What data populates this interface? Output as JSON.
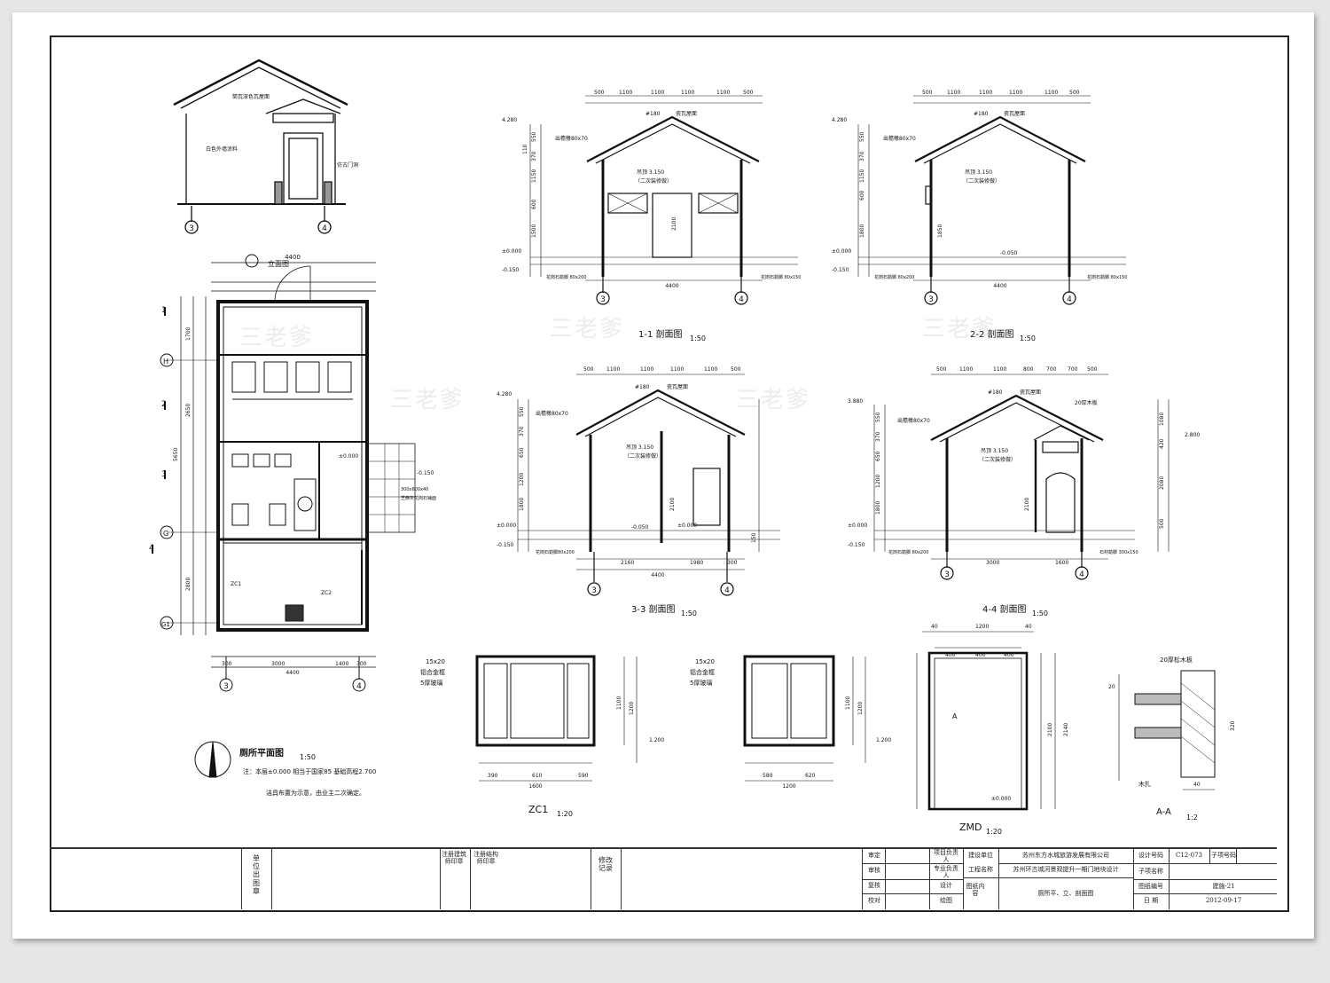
{
  "elevation": {
    "labels": [
      "筒瓦深色瓦屋面",
      "白色外墙涂料",
      "仿古门洞"
    ],
    "axes": [
      "3",
      "4"
    ]
  },
  "plan": {
    "title": "厕所平面图",
    "scale": "1:50",
    "note1": "注：本层±0.000    相当于国家85    基础高程2.700",
    "note2": "洁具布置为示意，由业主二次确定。",
    "subtitle": "立面图",
    "top_dim": "4400",
    "bottom_dims": [
      "300",
      "3000",
      "1400",
      "300"
    ],
    "bottom_total": "4400",
    "axes_h": [
      "3",
      "4"
    ],
    "axes_v": [
      "1",
      "H",
      "2",
      "3",
      "G",
      "4",
      "G1"
    ],
    "left_dims": [
      "1700",
      "2650",
      "5650",
      "2800"
    ],
    "notes_right": [
      "±0.000",
      "-0.150",
      "300x600x40",
      "芝麻灰花岗石铺面"
    ],
    "rooms": [
      "ZC1",
      "ZC2"
    ]
  },
  "section1": {
    "title": "1-1 剖面图",
    "scale": "1:50",
    "top_dims": [
      "500",
      "1100",
      "1100",
      "1100",
      "1100",
      "500"
    ],
    "levels": [
      "4.280",
      "±0.000",
      "-0.150"
    ],
    "heights": [
      "550",
      "370",
      "1150",
      "600",
      "1500",
      "110"
    ],
    "total": "4400",
    "labels": [
      "#180",
      "瓷瓦屋面",
      "出檐椽80x70",
      "吊顶 3.150",
      "（二次装修做）",
      "2100",
      "花岗石勒脚 80x200",
      "花岗石勒脚 80x150"
    ],
    "axes": [
      "3",
      "4"
    ]
  },
  "section2": {
    "title": "2-2 剖面图",
    "scale": "1:50",
    "top_dims": [
      "500",
      "1100",
      "1100",
      "1100",
      "1100",
      "500"
    ],
    "levels": [
      "4.280",
      "±0.000",
      "-0.150"
    ],
    "heights": [
      "550",
      "370",
      "1150",
      "600",
      "1800",
      "1850"
    ],
    "total": "4400",
    "labels": [
      "#180",
      "瓷瓦屋面",
      "出檐椽80x70",
      "吊顶 3.150",
      "（二次装修做）",
      "-0.050",
      "花岗石勒脚 80x200",
      "花岗石勒脚 80x150"
    ],
    "axes": [
      "3",
      "4"
    ]
  },
  "section3": {
    "title": "3-3 剖面图",
    "scale": "1:50",
    "top_dims": [
      "500",
      "1100",
      "1100",
      "1100",
      "1100",
      "500"
    ],
    "levels": [
      "4.280",
      "±0.000",
      "-0.150"
    ],
    "heights": [
      "550",
      "370",
      "650",
      "1200",
      "1800",
      "150"
    ],
    "bottom_dims": [
      "2160",
      "1980",
      "300"
    ],
    "total": "4400",
    "labels": [
      "#180",
      "瓷瓦屋面",
      "出檐椽80x70",
      "吊顶 3.150",
      "（二次装修做）",
      "-0.050",
      "±0.000",
      "花岗石勒脚80x200",
      "2100"
    ],
    "axes": [
      "3",
      "4"
    ]
  },
  "section4": {
    "title": "4-4 剖面图",
    "scale": "1:50",
    "top_dims": [
      "500",
      "1100",
      "1100",
      "800",
      "700",
      "700",
      "500"
    ],
    "levels": [
      "3.880",
      "2.800",
      "±0.000",
      "-0.150"
    ],
    "heights": [
      "550",
      "370",
      "650",
      "1200",
      "1800",
      "1080",
      "420",
      "2080",
      "500"
    ],
    "bottom_dims": [
      "3000",
      "1600"
    ],
    "labels": [
      "#180",
      "瓷瓦屋面",
      "20厚木板",
      "出檐椽80x70",
      "吊顶 3.150",
      "（二次装修做）",
      "花岗石勒脚 80x200",
      "石材勒脚 300x150",
      "2100"
    ],
    "axes": [
      "3",
      "4"
    ]
  },
  "zc1": {
    "title": "ZC1",
    "scale": "1:20",
    "note": [
      "15x20",
      "铝合金框",
      "5厚玻璃"
    ],
    "widths": [
      "390",
      "610",
      "590"
    ],
    "total": "1600",
    "heights": [
      "1100",
      "1200"
    ],
    "level": "1.200"
  },
  "zc2": {
    "note": [
      "15x20",
      "铝合金框",
      "5厚玻璃"
    ],
    "widths": [
      "580",
      "620"
    ],
    "total": "1200",
    "heights": [
      "1100",
      "1200"
    ],
    "level": "1.200"
  },
  "zmd": {
    "title": "ZMD",
    "scale": "1:20",
    "top_dims": [
      "40",
      "1200",
      "40"
    ],
    "inner_dims": [
      "400",
      "400",
      "400"
    ],
    "heights": [
      "2100",
      "2140"
    ],
    "level": "±0.000",
    "mark": "A"
  },
  "detail_aa": {
    "title": "A-A",
    "scale": "1:2",
    "labels": [
      "20厚松木板",
      "木扎"
    ],
    "dims": [
      "20",
      "40",
      "320"
    ]
  },
  "title_block": {
    "unit_label": "单位出图章",
    "reg_arch": "注册建筑师印章",
    "reg_struct": "注册结构师印章",
    "revision": "修改记录",
    "roles": [
      "审定",
      "审核",
      "复核",
      "校对"
    ],
    "roles2": [
      "项目负责人",
      "专业负责人",
      "设计",
      "绘图"
    ],
    "build_unit_label": "建设单位",
    "build_unit": "苏州东方水城旅游发展有限公司",
    "project_label": "工程名称",
    "project": "苏州环古城河景观提升一期门地块设计",
    "drawing_label": "图纸内容",
    "drawing": "厕所平、立、剖面图",
    "design_no_label": "设计号码",
    "design_no": "C12-073",
    "sub_no_label": "子项号码",
    "sub_name_label": "子项名称",
    "sheet_no_label": "图纸编号",
    "sheet_no": "建施-21",
    "date_label": "日 期",
    "date": "2012-09-17"
  },
  "watermark": "三老爹"
}
